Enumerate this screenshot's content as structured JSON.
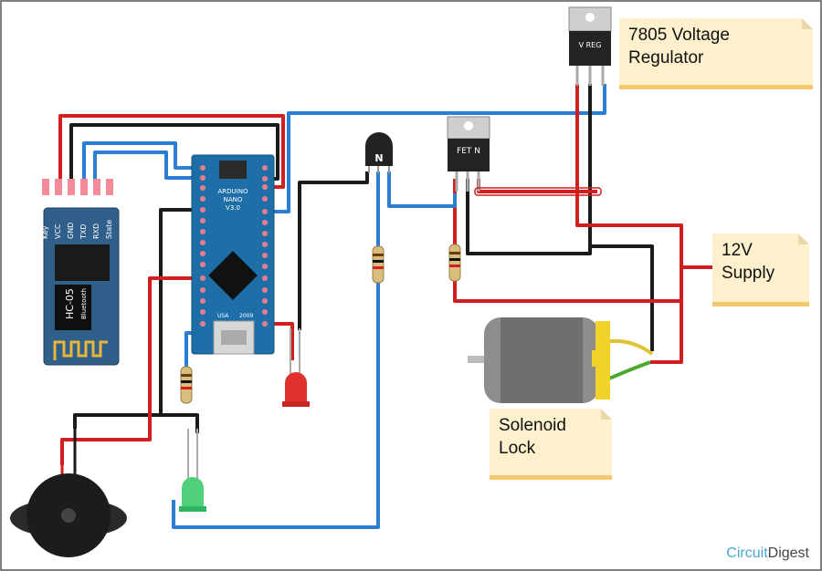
{
  "labels": {
    "regulator": [
      "7805 Voltage",
      "Regulator"
    ],
    "supply": [
      "12V",
      "Supply"
    ],
    "solenoid": [
      "Solenoid",
      "Lock"
    ]
  },
  "components": {
    "hc05": {
      "pins": [
        "Key",
        "VCC",
        "GND",
        "TXD",
        "RXD",
        "State"
      ],
      "model": "HC-05",
      "sub": "Bluetooth"
    },
    "arduino": {
      "title": "ARDUINO",
      "model": "NANO",
      "version": "V3.0",
      "port": "USA",
      "year": "2009"
    },
    "transistor": {
      "mark": "N"
    },
    "mosfet": {
      "mark": "FET N"
    },
    "regulator_chip": {
      "mark": "V REG"
    }
  },
  "brand": {
    "circuit": "Circuit",
    "digest": "Digest"
  },
  "colors": {
    "red_wire": "#d11f1f",
    "black_wire": "#1a1a1a",
    "blue_wire": "#2a7fd4",
    "note_bg": "#fdf0cd"
  }
}
